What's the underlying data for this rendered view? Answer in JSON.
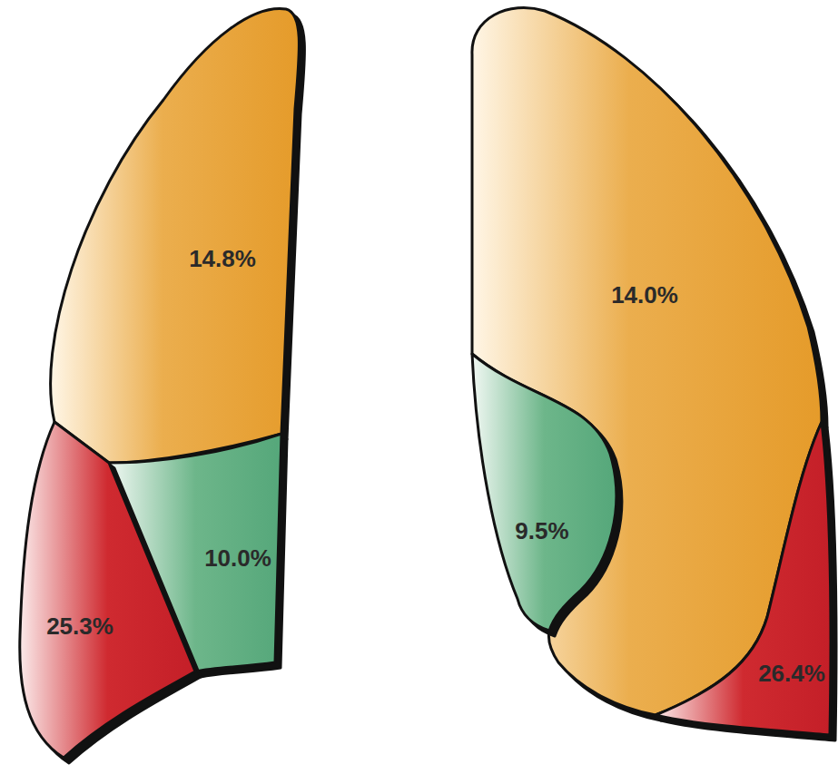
{
  "diagram": {
    "nodes": [
      {
        "text": [
          "14.8%"
        ]
      },
      {
        "text": [
          "14.0%"
        ]
      },
      {
        "text": [
          "9.5%"
        ]
      },
      {
        "text": [
          "10.0%"
        ]
      },
      {
        "text": [
          "25.3%"
        ]
      },
      {
        "text": [
          "26.4%"
        ]
      }
    ]
  }
}
